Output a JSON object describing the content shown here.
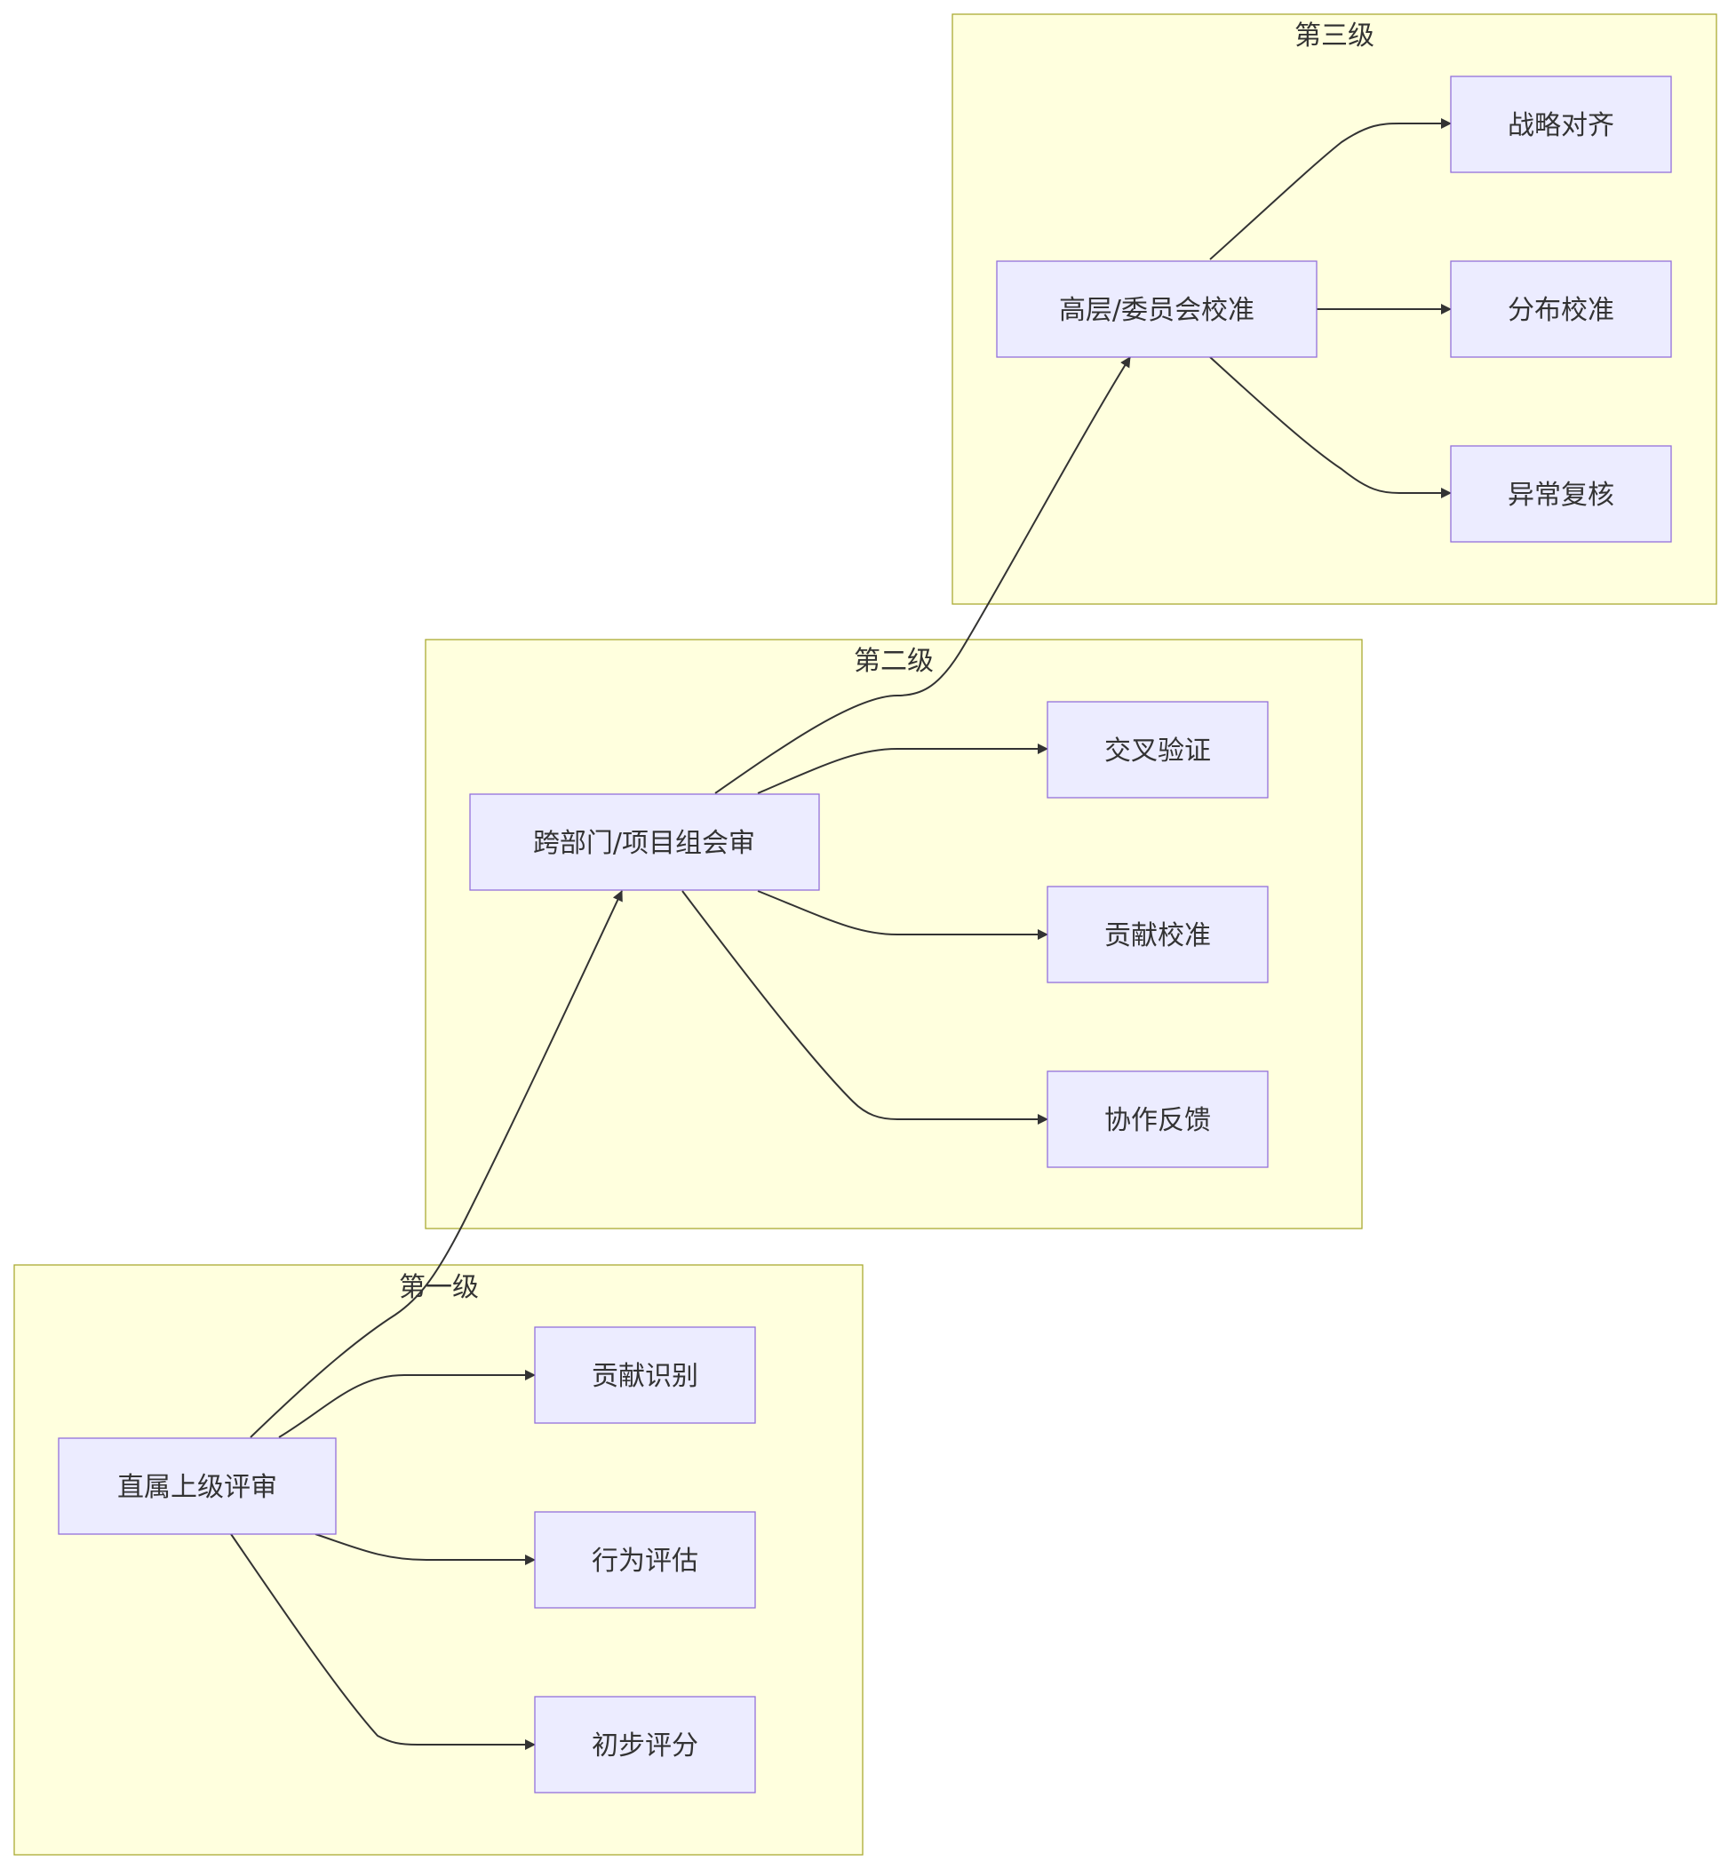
{
  "diagram": {
    "type": "flowchart",
    "direction": "left-to-right",
    "colors": {
      "cluster_fill": "#ffffde",
      "cluster_stroke": "#aaaa33",
      "node_fill": "#ececff",
      "node_stroke": "#9370db",
      "text": "#333333",
      "edge": "#333333"
    },
    "clusters": [
      {
        "id": "level3",
        "label": "第三级"
      },
      {
        "id": "level2",
        "label": "第二级"
      },
      {
        "id": "level1",
        "label": "第一级"
      }
    ],
    "nodes": [
      {
        "id": "senior",
        "label": "高层/委员会校准",
        "cluster": "level3"
      },
      {
        "id": "strat",
        "label": "战略对齐",
        "cluster": "level3"
      },
      {
        "id": "distcal",
        "label": "分布校准",
        "cluster": "level3"
      },
      {
        "id": "anomaly",
        "label": "异常复核",
        "cluster": "level3"
      },
      {
        "id": "cross",
        "label": "跨部门/项目组会审",
        "cluster": "level2"
      },
      {
        "id": "crossv",
        "label": "交叉验证",
        "cluster": "level2"
      },
      {
        "id": "contcal",
        "label": "贡献校准",
        "cluster": "level2"
      },
      {
        "id": "collab",
        "label": "协作反馈",
        "cluster": "level2"
      },
      {
        "id": "direct",
        "label": "直属上级评审",
        "cluster": "level1"
      },
      {
        "id": "contid",
        "label": "贡献识别",
        "cluster": "level1"
      },
      {
        "id": "behav",
        "label": "行为评估",
        "cluster": "level1"
      },
      {
        "id": "prelim",
        "label": "初步评分",
        "cluster": "level1"
      }
    ],
    "edges": [
      {
        "from": "direct",
        "to": "contid"
      },
      {
        "from": "direct",
        "to": "behav"
      },
      {
        "from": "direct",
        "to": "prelim"
      },
      {
        "from": "direct",
        "to": "cross"
      },
      {
        "from": "cross",
        "to": "crossv"
      },
      {
        "from": "cross",
        "to": "contcal"
      },
      {
        "from": "cross",
        "to": "collab"
      },
      {
        "from": "cross",
        "to": "senior"
      },
      {
        "from": "senior",
        "to": "strat"
      },
      {
        "from": "senior",
        "to": "distcal"
      },
      {
        "from": "senior",
        "to": "anomaly"
      }
    ]
  }
}
